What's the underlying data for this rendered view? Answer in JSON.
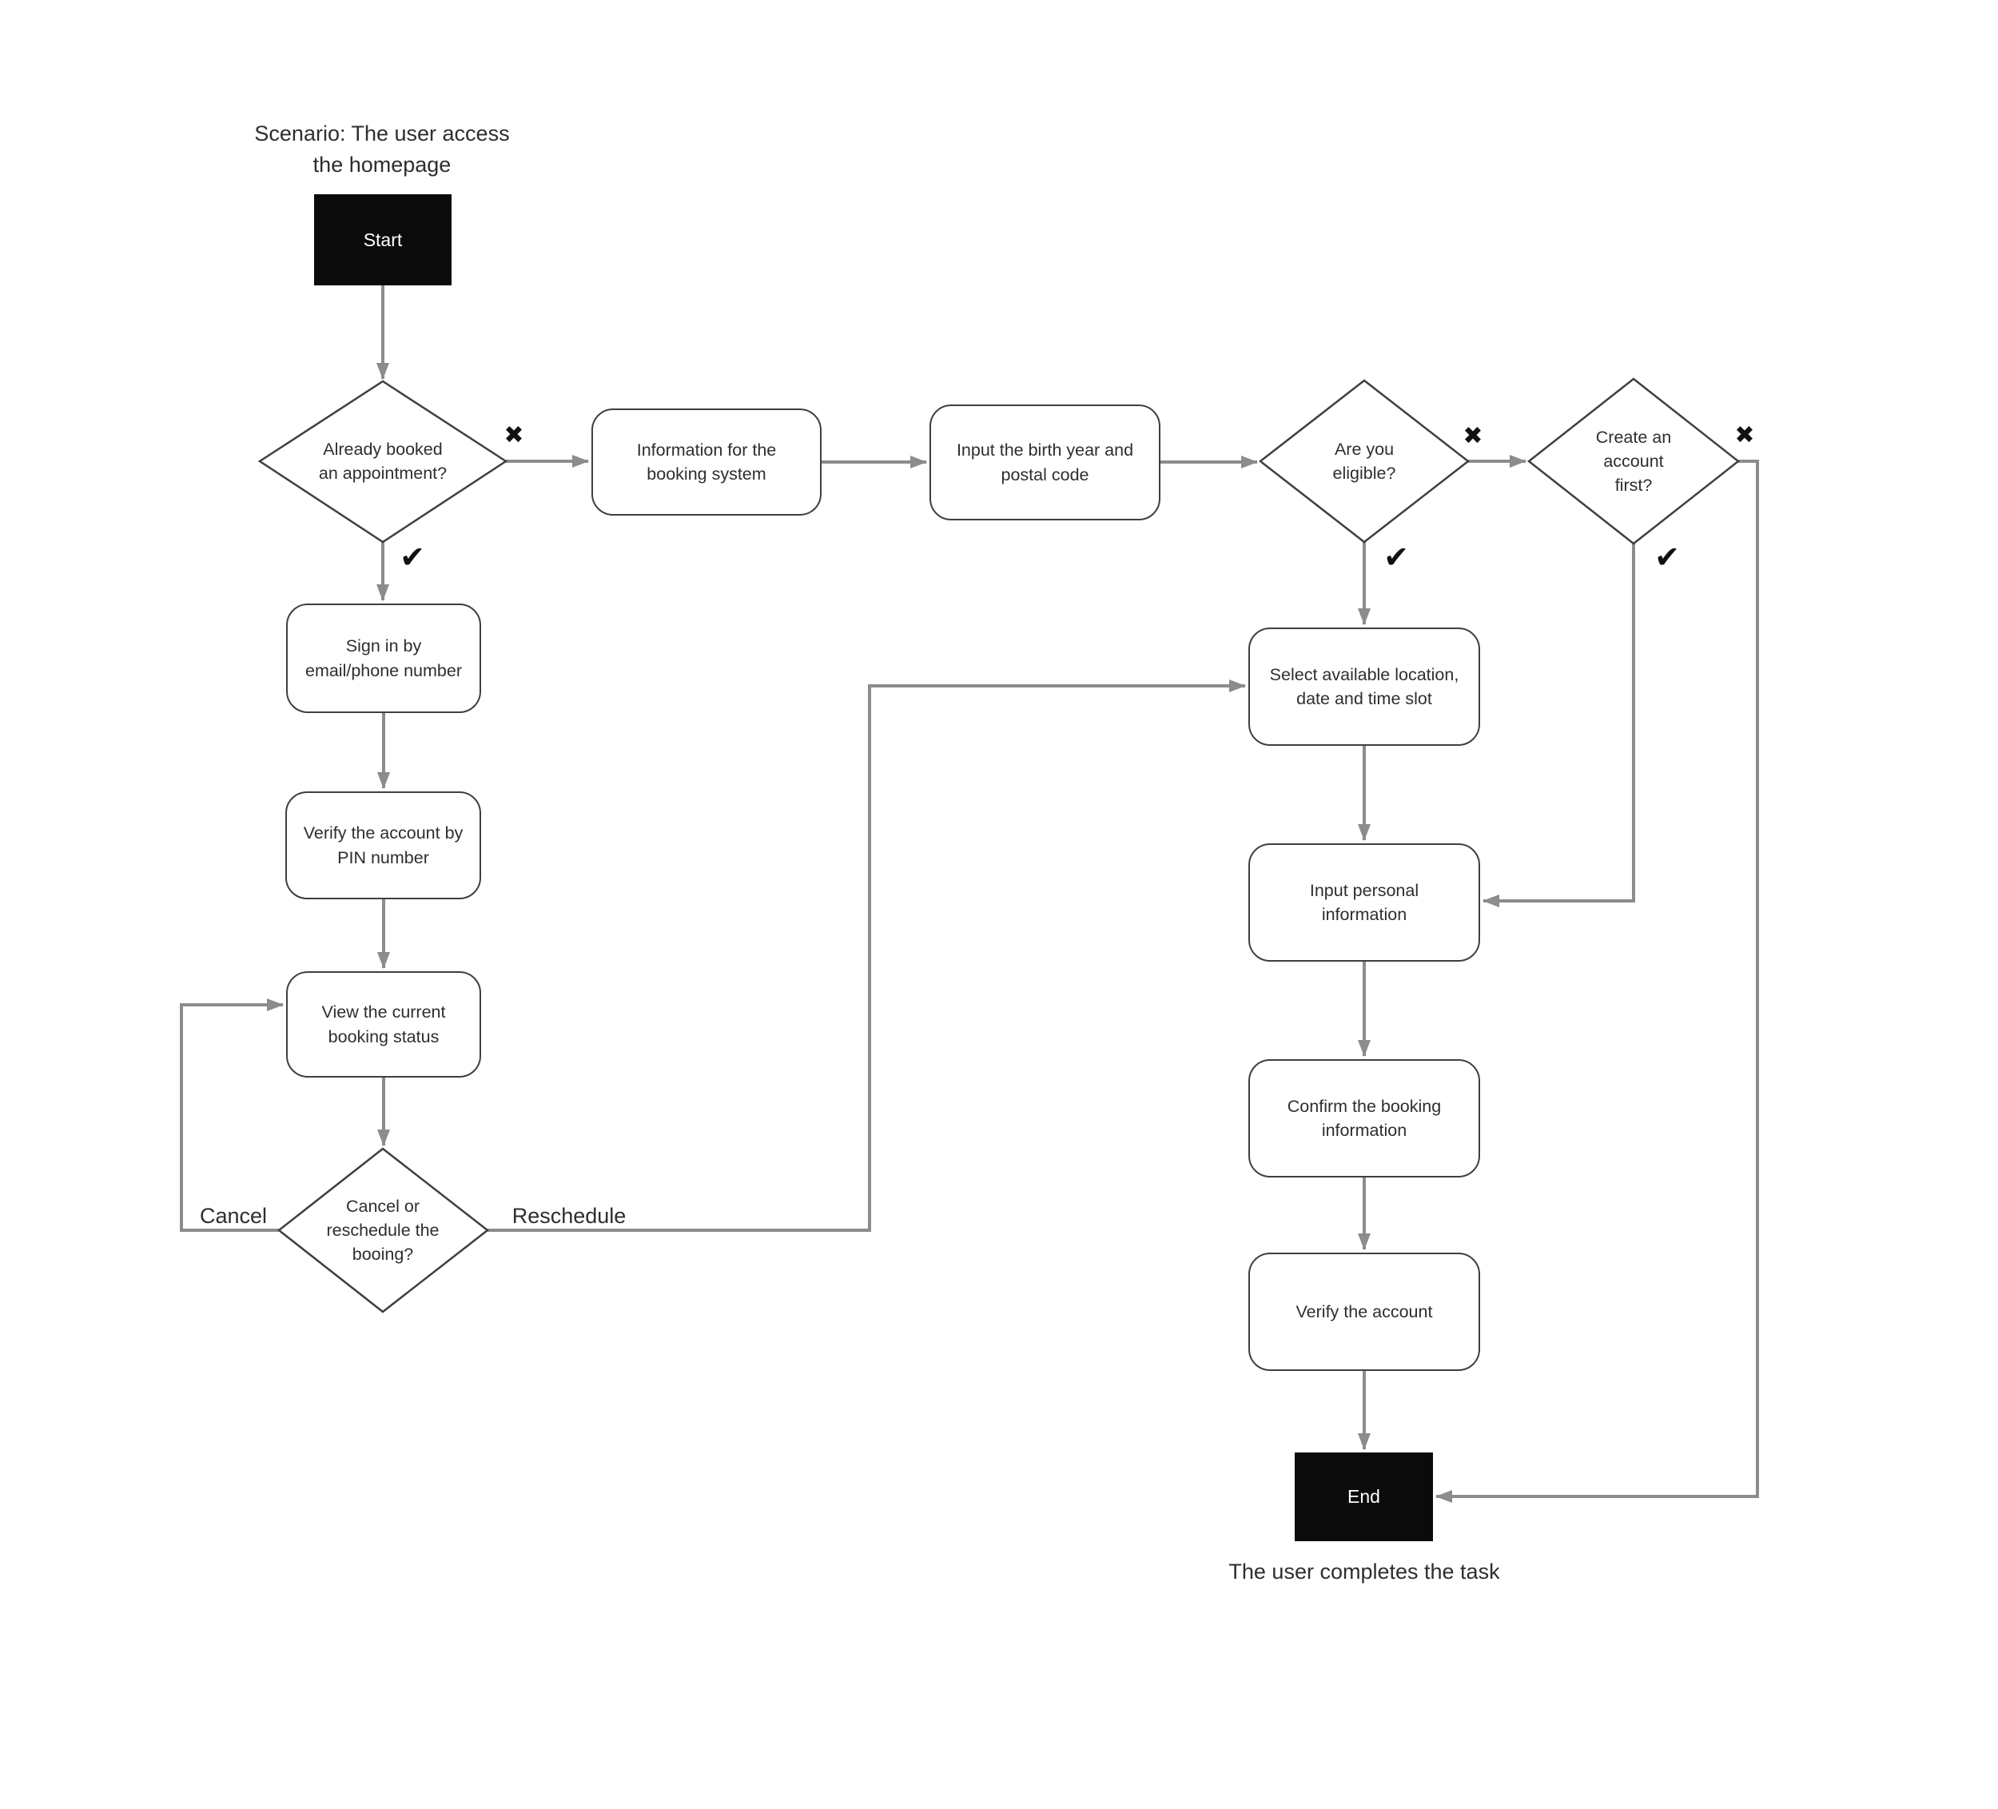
{
  "scenario_note": "Scenario: The user access the homepage",
  "end_note": "The user completes the task",
  "glyphs": {
    "check": "✔",
    "cross": "✖"
  },
  "edge_labels": {
    "cancel": "Cancel",
    "reschedule": "Reschedule"
  },
  "nodes": {
    "start": "Start",
    "already_booked": "Already booked an appointment?",
    "info_booking": "Information for the booking system",
    "input_birth": "Input the birth year and postal code",
    "eligible": "Are you eligible?",
    "create_account": "Create an account first?",
    "sign_in": "Sign in by email/phone number",
    "verify_pin": "Verify the account by PIN number",
    "view_status": "View the current booking status",
    "cancel_reschedule": "Cancel or reschedule the booing?",
    "select_location": "Select available location, date and time slot",
    "input_personal": "Input personal information",
    "confirm_booking": "Confirm the booking information",
    "verify_account": "Verify the account",
    "end": "End"
  },
  "colors": {
    "border": "#3f3f3f",
    "arrow": "#8c8c8c",
    "text": "#2e2e2e",
    "dark": "#0b0b0b",
    "bg": "#ffffff",
    "mark": "#111111"
  }
}
